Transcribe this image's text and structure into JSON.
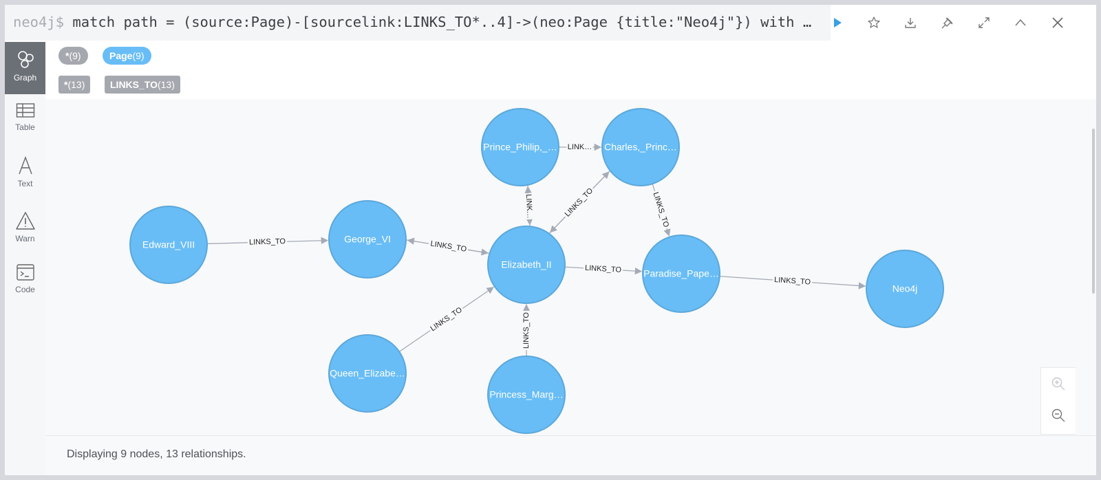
{
  "editor": {
    "prompt": "neo4j$",
    "query": "match path = (source:Page)-[sourcelink:LINKS_TO*..4]->(neo:Page {title:\"Neo4j\"}) with …"
  },
  "toolbar": [
    "play-icon",
    "star-icon",
    "download-icon",
    "pin-icon",
    "expand-icon",
    "collapse-up-icon",
    "close-icon"
  ],
  "sidebar": {
    "items": [
      {
        "label": "Graph",
        "icon": "graph-icon",
        "active": true
      },
      {
        "label": "Table",
        "icon": "table-icon"
      },
      {
        "label": "Text",
        "icon": "text-icon"
      },
      {
        "label": "Warn",
        "icon": "warning-icon"
      },
      {
        "label": "Code",
        "icon": "code-icon"
      }
    ]
  },
  "labels": {
    "all_nodes": {
      "name": "*",
      "count": "(9)"
    },
    "page": {
      "name": "Page",
      "count": "(9)"
    },
    "all_rels": {
      "name": "*",
      "count": "(13)"
    },
    "links_to": {
      "name": "LINKS_TO",
      "count": "(13)"
    }
  },
  "graph": {
    "nodes": [
      {
        "id": "edward",
        "label": "Edward_VIII"
      },
      {
        "id": "george",
        "label": "George_VI"
      },
      {
        "id": "elizabeth",
        "label": "Elizabeth_II"
      },
      {
        "id": "philip",
        "label": "Prince_Philip,_…"
      },
      {
        "id": "charles",
        "label": "Charles,_Princ…"
      },
      {
        "id": "paradise",
        "label": "Paradise_Pape…"
      },
      {
        "id": "neo4j",
        "label": "Neo4j"
      },
      {
        "id": "queen",
        "label": "Queen_Elizabe…"
      },
      {
        "id": "margaret",
        "label": "Princess_Marg…"
      }
    ],
    "relationships": [
      {
        "from": "edward",
        "to": "george",
        "label": "LINKS_TO"
      },
      {
        "from": "george",
        "to": "elizabeth",
        "label": "LINKS_TO"
      },
      {
        "from": "elizabeth",
        "to": "george",
        "label": "LINKS_TO"
      },
      {
        "from": "philip",
        "to": "elizabeth",
        "label": "LINK…"
      },
      {
        "from": "elizabeth",
        "to": "philip",
        "label": "LINK…"
      },
      {
        "from": "philip",
        "to": "charles",
        "label": "LINK…"
      },
      {
        "from": "charles",
        "to": "elizabeth",
        "label": "LINKS_TO"
      },
      {
        "from": "elizabeth",
        "to": "charles",
        "label": "LINKS_TO"
      },
      {
        "from": "charles",
        "to": "paradise",
        "label": "LINKS_TO"
      },
      {
        "from": "elizabeth",
        "to": "paradise",
        "label": "LINKS_TO"
      },
      {
        "from": "paradise",
        "to": "neo4j",
        "label": "LINKS_TO"
      },
      {
        "from": "queen",
        "to": "elizabeth",
        "label": "LINKS_TO"
      },
      {
        "from": "margaret",
        "to": "elizabeth",
        "label": "LINKS_TO"
      }
    ]
  },
  "zoom": [
    "zoom-in-icon",
    "zoom-out-icon"
  ],
  "status": "Displaying 9 nodes, 13 relationships.",
  "colors": {
    "node": "#68bdf6",
    "node_border": "#5ca8db",
    "relationship": "#a5abb6",
    "accent": "#3aa0e4"
  }
}
